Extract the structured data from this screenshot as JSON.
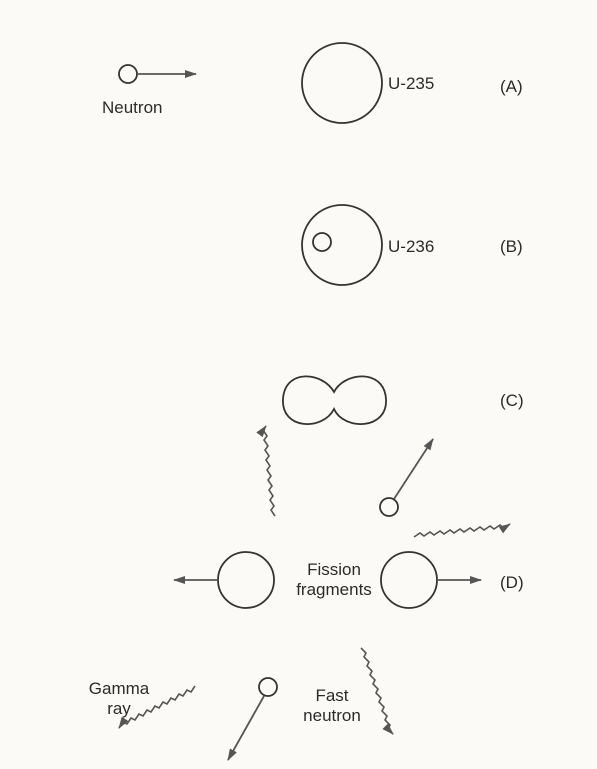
{
  "labels": {
    "neutron": "Neutron",
    "u235": "U-235",
    "u236": "U-236",
    "fission_line1": "Fission",
    "fission_line2": "fragments",
    "gamma_line1": "Gamma",
    "gamma_line2": "ray",
    "fast_line1": "Fast",
    "fast_line2": "neutron"
  },
  "stages": {
    "a": "(A)",
    "b": "(B)",
    "c": "(C)",
    "d": "(D)"
  },
  "colors": {
    "line": "#333333",
    "text": "#2b2b2b",
    "background": "#fbfaf6"
  }
}
